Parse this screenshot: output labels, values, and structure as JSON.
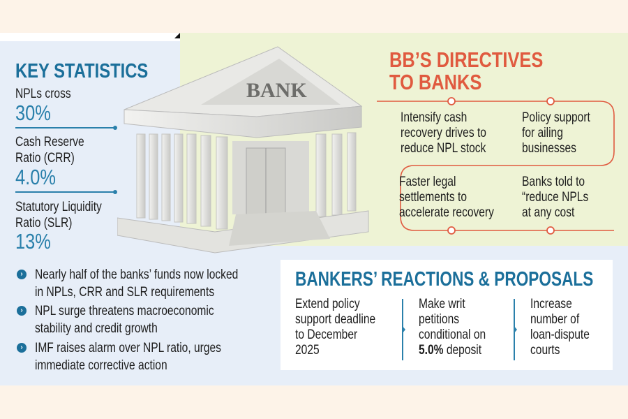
{
  "key_statistics": {
    "title": "KEY STATISTICS",
    "items": [
      {
        "label_lines": [
          "NPLs cross"
        ],
        "value": "30%"
      },
      {
        "label_lines": [
          "Cash Reserve",
          "Ratio (CRR)"
        ],
        "value": "4.0%"
      },
      {
        "label_lines": [
          "Statutory Liquidity",
          "Ratio (SLR)"
        ],
        "value": "13%"
      }
    ]
  },
  "bullets": [
    {
      "lines": [
        "Nearly half of the banks’ funds now locked",
        "in NPLs, CRR and SLR requirements"
      ]
    },
    {
      "lines": [
        "NPL surge threatens macroeconomic",
        "stability and credit growth"
      ]
    },
    {
      "lines": [
        "IMF raises alarm over NPL ratio, urges",
        "immediate corrective action"
      ]
    }
  ],
  "bank_sign": "BANK",
  "directives": {
    "title_lines": [
      "BB’S DIRECTIVES",
      "TO BANKS"
    ],
    "items": [
      {
        "lines": [
          "Intensify cash",
          "recovery drives to",
          "reduce NPL stock"
        ]
      },
      {
        "lines": [
          "Policy support",
          "for ailing",
          "businesses"
        ]
      },
      {
        "lines": [
          "Faster legal",
          "settlements to",
          "accelerate recovery"
        ]
      },
      {
        "lines": [
          "Banks told to",
          "“reduce NPLs",
          "at any cost"
        ]
      }
    ]
  },
  "bankers": {
    "title": "BANKERS’ REACTIONS & PROPOSALS",
    "items": [
      {
        "lines": [
          "Extend policy",
          "support deadline",
          "to December",
          "2025"
        ]
      },
      {
        "lines": [
          "Make writ",
          "petitions",
          "conditional on"
        ],
        "bold": "5.0%",
        "tail": " deposit"
      },
      {
        "lines": [
          "Increase",
          "number of",
          "loan-dispute",
          "courts"
        ]
      }
    ]
  },
  "colors": {
    "blue": "#1b6f9a",
    "red": "#e05a3f",
    "green_bg": "#eef3d5",
    "blue_bg": "#e7eef8",
    "cream": "#fdf3e8"
  }
}
